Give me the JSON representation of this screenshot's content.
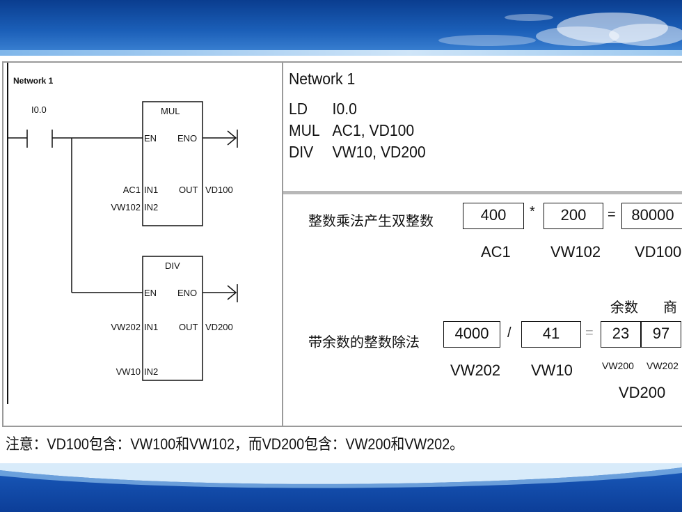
{
  "ladder": {
    "network_label": "Network 1",
    "contact_label": "I0.0",
    "mul": {
      "name": "MUL",
      "en": "EN",
      "eno": "ENO",
      "in1": "IN1",
      "in2": "IN2",
      "out": "OUT",
      "in1_operand": "AC1",
      "in2_operand": "VW102",
      "out_operand": "VD100"
    },
    "div": {
      "name": "DIV",
      "en": "EN",
      "eno": "ENO",
      "in1": "IN1",
      "in2": "IN2",
      "out": "OUT",
      "in1_operand": "VW202",
      "in2_operand": "VW10",
      "out_operand": "VD200"
    }
  },
  "stl": {
    "title": "Network 1",
    "rows": [
      {
        "op": "LD",
        "args": "I0.0"
      },
      {
        "op": "MUL",
        "args": "AC1,  VD100"
      },
      {
        "op": "DIV",
        "args": "VW10,  VD200"
      }
    ]
  },
  "mul_example": {
    "caption": "整数乘法产生双整数",
    "a": "400",
    "op": "*",
    "b": "200",
    "eq": "=",
    "result": "80000",
    "a_label": "AC1",
    "b_label": "VW102",
    "result_label": "VD100"
  },
  "div_example": {
    "caption": "带余数的整数除法",
    "a": "4000",
    "op": "/",
    "b": "41",
    "eq": "=",
    "remainder": "23",
    "quotient": "97",
    "remainder_header": "余数",
    "quotient_header": "商",
    "a_label": "VW202",
    "b_label": "VW10",
    "remainder_label": "VW200",
    "quotient_label": "VW202",
    "result_label": "VD200"
  },
  "note": "注意：VD100包含：VW100和VW102，而VD200包含：VW200和VW202。",
  "colors": {
    "header": "#0a3d8f",
    "footer": "#0c3e98",
    "border": "#9a9a9a"
  }
}
